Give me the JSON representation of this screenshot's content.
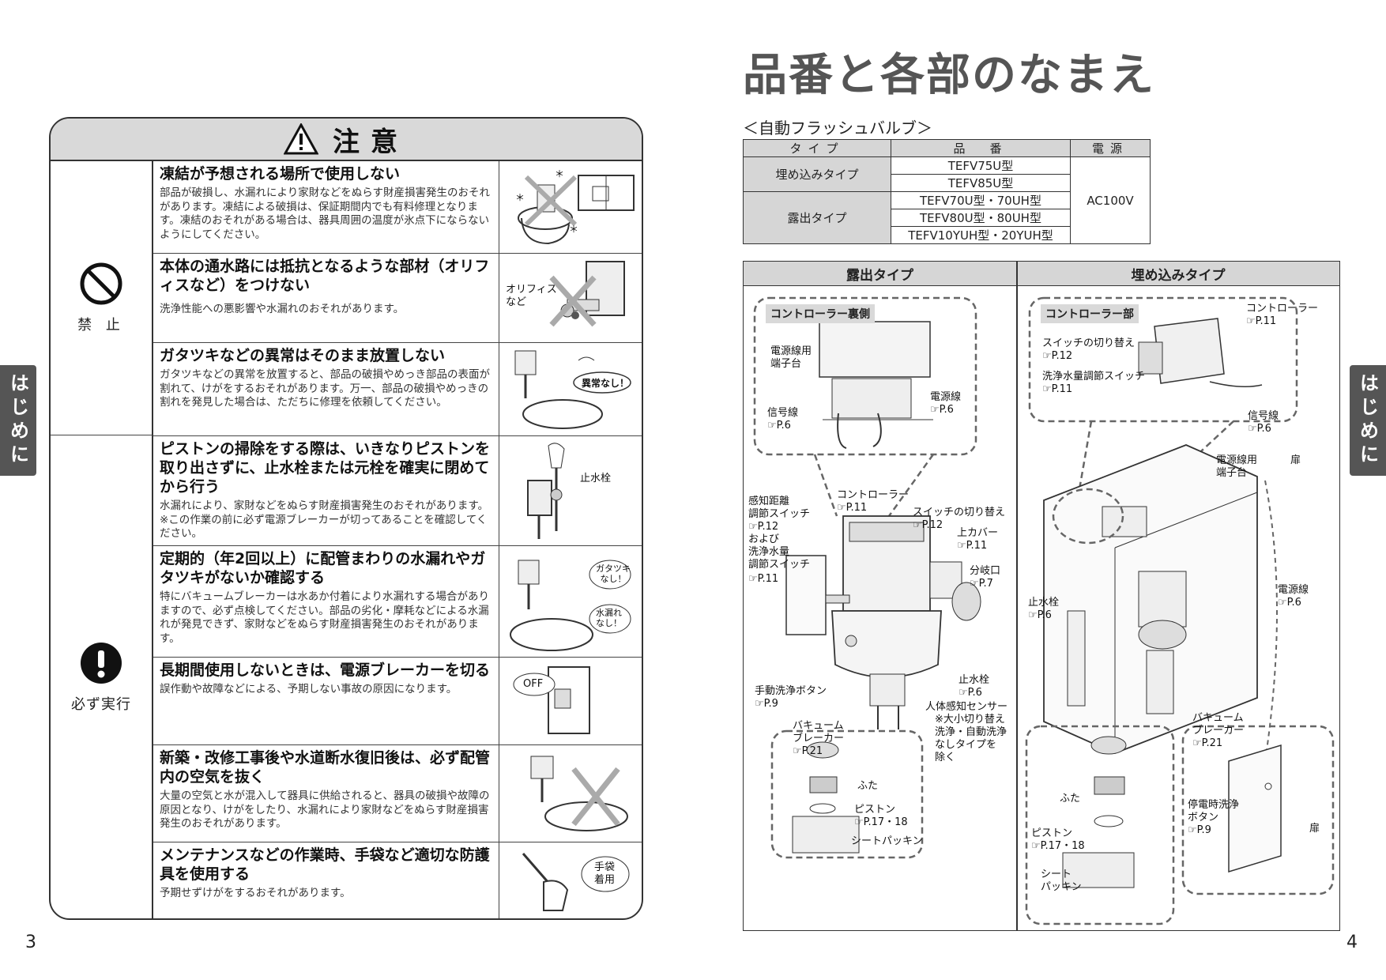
{
  "left_page": {
    "caution_title": "注意",
    "categories": [
      {
        "label": "禁 止",
        "icon": "prohibition-icon"
      },
      {
        "label": "必ず実行",
        "icon": "mandatory-icon"
      }
    ],
    "rows": [
      {
        "heading": "凍結が予想される場所で使用しない",
        "body": "部品が破損し、水漏れにより家財などをぬらす財産損害発生のおそれがあります。凍結による破損は、保証期間内でも有料修理となります。凍結のおそれがある場合は、器具周囲の温度が氷点下にならないようにしてください。"
      },
      {
        "heading": "本体の通水路には抵抗となるような部材（オリフィスなど）をつけない",
        "body": "洗浄性能への悪影響や水漏れのおそれがあります。",
        "pic_label": "オリフィス\nなど"
      },
      {
        "heading": "ガタツキなどの異常はそのまま放置しない",
        "body": "ガタツキなどの異常を放置すると、部品の破損やめっき部品の表面が割れて、けがをするおそれがあります。万一、部品の破損やめっきの割れを発見した場合は、ただちに修理を依頼してください。",
        "pic_label": "異常なし！"
      },
      {
        "heading": "ピストンの掃除をする際は、いきなりピストンを取り出さずに、止水栓または元栓を確実に閉めてから行う",
        "body": "水漏れにより、家財などをぬらす財産損害発生のおそれがあります。\n※この作業の前に必ず電源ブレーカーが切ってあることを確認してください。",
        "pic_label": "止水栓"
      },
      {
        "heading": "定期的（年2回以上）に配管まわりの水漏れやガタツキがないか確認する",
        "body": "特にバキュームブレーカーは水あか付着により水漏れする場合がありますので、必ず点検してください。部品の劣化・摩耗などによる水漏れが発見できず、家財などをぬらす財産損害発生のおそれがあります。",
        "pic_label": "ガタツキ\nなし！",
        "pic_label2": "水漏れ\nなし！"
      },
      {
        "heading": "長期間使用しないときは、電源ブレーカーを切る",
        "body": "誤作動や故障などによる、予期しない事故の原因になります。",
        "pic_label": "OFF"
      },
      {
        "heading": "新築・改修工事後や水道断水復旧後は、必ず配管内の空気を抜く",
        "body": "大量の空気と水が混入して器具に供給されると、器具の破損や故障の原因となり、けがをしたり、水漏れにより家財などをぬらす財産損害発生のおそれがあります。"
      },
      {
        "heading": "メンテナンスなどの作業時、手袋など適切な防護具を使用する",
        "body": "予期せずけがをするおそれがあります。",
        "pic_label": "手袋\n着用"
      }
    ],
    "side_tab": "はじめに",
    "page_number": "3"
  },
  "right_page": {
    "title": "品番と各部のなまえ",
    "subtitle": "＜自動フラッシュバルブ＞",
    "spec_table": {
      "headers": [
        "タイプ",
        "品　番",
        "電源"
      ],
      "type_buried": "埋め込みタイプ",
      "type_exposed": "露出タイプ",
      "models_buried": [
        "TEFV75U型",
        "TEFV85U型"
      ],
      "models_exposed": [
        "TEFV70U型・70UH型",
        "TEFV80U型・80UH型",
        "TEFV10YUH型・20YUH型"
      ],
      "power": "AC100V"
    },
    "diagram": {
      "col_exposed": "露出タイプ",
      "col_buried": "埋め込みタイプ",
      "exposed": {
        "box_title": "コントローラー裏側",
        "labels": {
          "terminal": "電源線用\n端子台",
          "power_line": "電源線",
          "power_line_ref": "☞P.6",
          "signal_line": "信号線",
          "signal_line_ref": "☞P.6",
          "sensor_switch": "感知距離\n調節スイッチ",
          "sensor_switch_ref": "☞P.12",
          "and_volume": "および\n洗浄水量\n調節スイッチ",
          "and_volume_ref": "☞P.11",
          "controller": "コントローラー",
          "controller_ref": "☞P.11",
          "switch_change": "スイッチの切り替え",
          "switch_change_ref": "☞P.12",
          "upper_cover": "上カバー",
          "upper_cover_ref": "☞P.11",
          "branch": "分岐口",
          "branch_ref": "☞P.7",
          "stop_valve": "止水栓",
          "stop_valve_ref": "☞P.6",
          "manual_button": "手動洗浄ボタン",
          "manual_button_ref": "☞P.9",
          "body_sensor": "人体感知センサー",
          "body_sensor_note": "※大小切り替え\n洗浄・自動洗浄\nなしタイプを\n除く",
          "vacuum": "バキューム\nブレーカー",
          "vacuum_ref": "☞P.21",
          "lid": "ふた",
          "piston": "ピストン",
          "piston_ref": "☞P.17・18",
          "seat": "シートパッキン"
        }
      },
      "buried": {
        "box_title": "コントローラー部",
        "labels": {
          "controller": "コントローラー",
          "controller_ref": "☞P.11",
          "switch_change": "スイッチの切り替え",
          "switch_change_ref": "☞P.12",
          "volume_switch": "洗浄水量調節スイッチ",
          "volume_switch_ref": "☞P.11",
          "signal_line": "信号線",
          "signal_line_ref": "☞P.6",
          "terminal": "電源線用\n端子台",
          "door": "扉",
          "stop_valve": "止水栓",
          "stop_valve_ref": "☞P.6",
          "power_line": "電源線",
          "power_line_ref": "☞P.6",
          "vacuum": "バキューム\nブレーカー",
          "vacuum_ref": "☞P.21",
          "lid": "ふた",
          "piston": "ピストン",
          "piston_ref": "☞P.17・18",
          "seat": "シート\nパッキン",
          "outage_button": "停電時洗浄\nボタン",
          "outage_button_ref": "☞P.9",
          "door2": "扉"
        }
      }
    },
    "side_tab": "はじめに",
    "page_number": "4"
  }
}
